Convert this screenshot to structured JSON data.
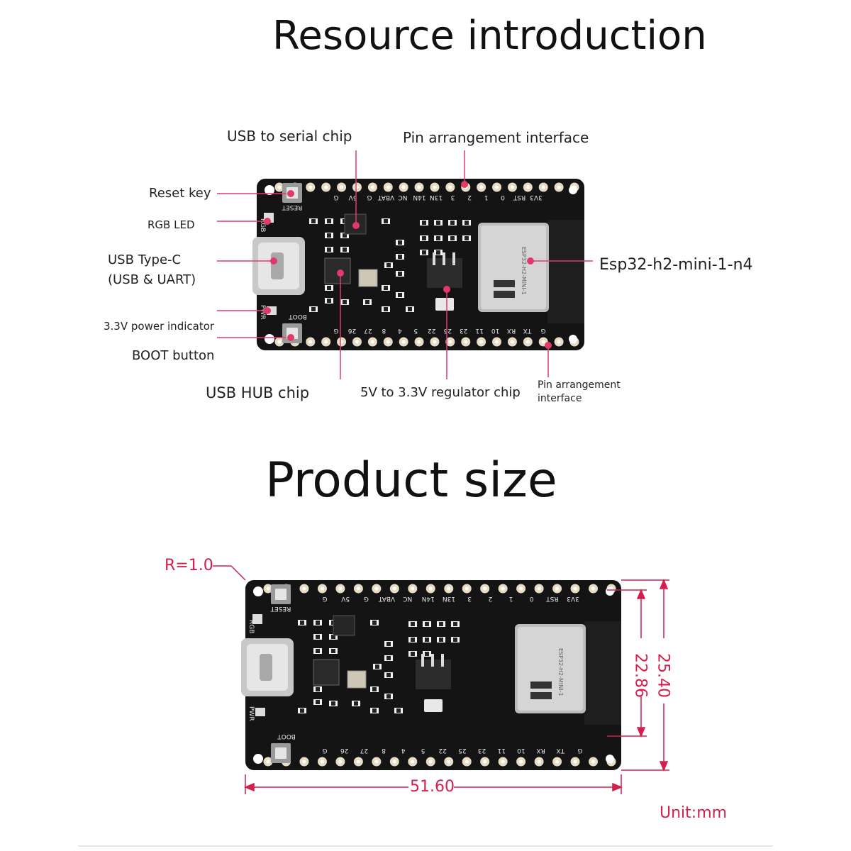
{
  "titles": {
    "resource": "Resource introduction",
    "size": "Product size"
  },
  "labels": {
    "usb_serial": "USB to serial chip",
    "pin_top": "Pin arrangement interface",
    "reset_key": "Reset key",
    "rgb_led": "RGB LED",
    "usb_typec_1": "USB Type-C",
    "usb_typec_2": "(USB & UART)",
    "power_ind": "3.3V power indicator",
    "boot_button": "BOOT button",
    "usb_hub": "USB HUB chip",
    "regulator": "5V to 3.3V regulator chip",
    "pin_bottom_1": "Pin arrangement",
    "pin_bottom_2": "interface",
    "module": "Esp32-h2-mini-1-n4"
  },
  "board_text": {
    "reset": "RESET",
    "boot": "BOOT",
    "rgb": "RGB",
    "pwr": "PWR",
    "module_brand": "ESP32-H2-MINI-1"
  },
  "pins_top": [
    "G",
    "5V",
    "G",
    "VBAT",
    "NC",
    "14N",
    "13N",
    "3",
    "2",
    "1",
    "0",
    "RST",
    "3V3"
  ],
  "pins_bottom": [
    "G",
    "26",
    "27",
    "8",
    "4",
    "5",
    "22",
    "25",
    "23",
    "11",
    "10",
    "RX",
    "TX",
    "G"
  ],
  "dimensions": {
    "radius": "R=1.0",
    "width": "51.60",
    "height_inner": "22.86",
    "height_outer": "25.40",
    "unit": "Unit:mm"
  },
  "colors": {
    "accent": "#d21f4d",
    "pcb": "#141414",
    "pad": "#e8dcc4"
  }
}
